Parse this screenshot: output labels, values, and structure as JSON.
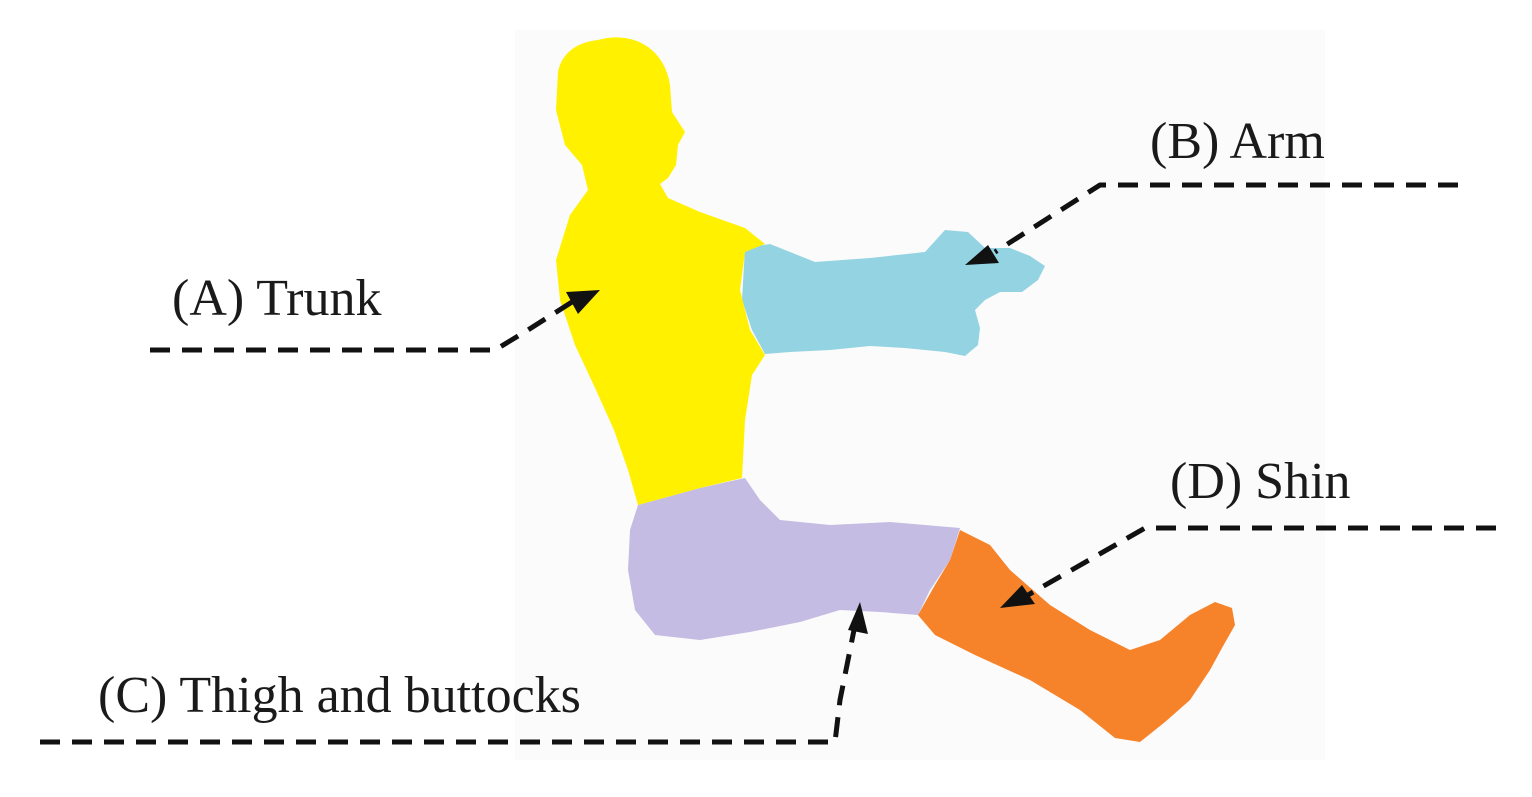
{
  "labels": {
    "trunk": "(A) Trunk",
    "arm": "(B) Arm",
    "thigh": "(C) Thigh and  buttocks",
    "shin": "(D) Shin"
  },
  "colors": {
    "trunk": "#fff100",
    "arm": "#93d3e2",
    "thigh": "#c4bce2",
    "shin": "#f6822a",
    "leader": "#111111",
    "text": "#1a1a1a",
    "background": "#ffffff"
  }
}
